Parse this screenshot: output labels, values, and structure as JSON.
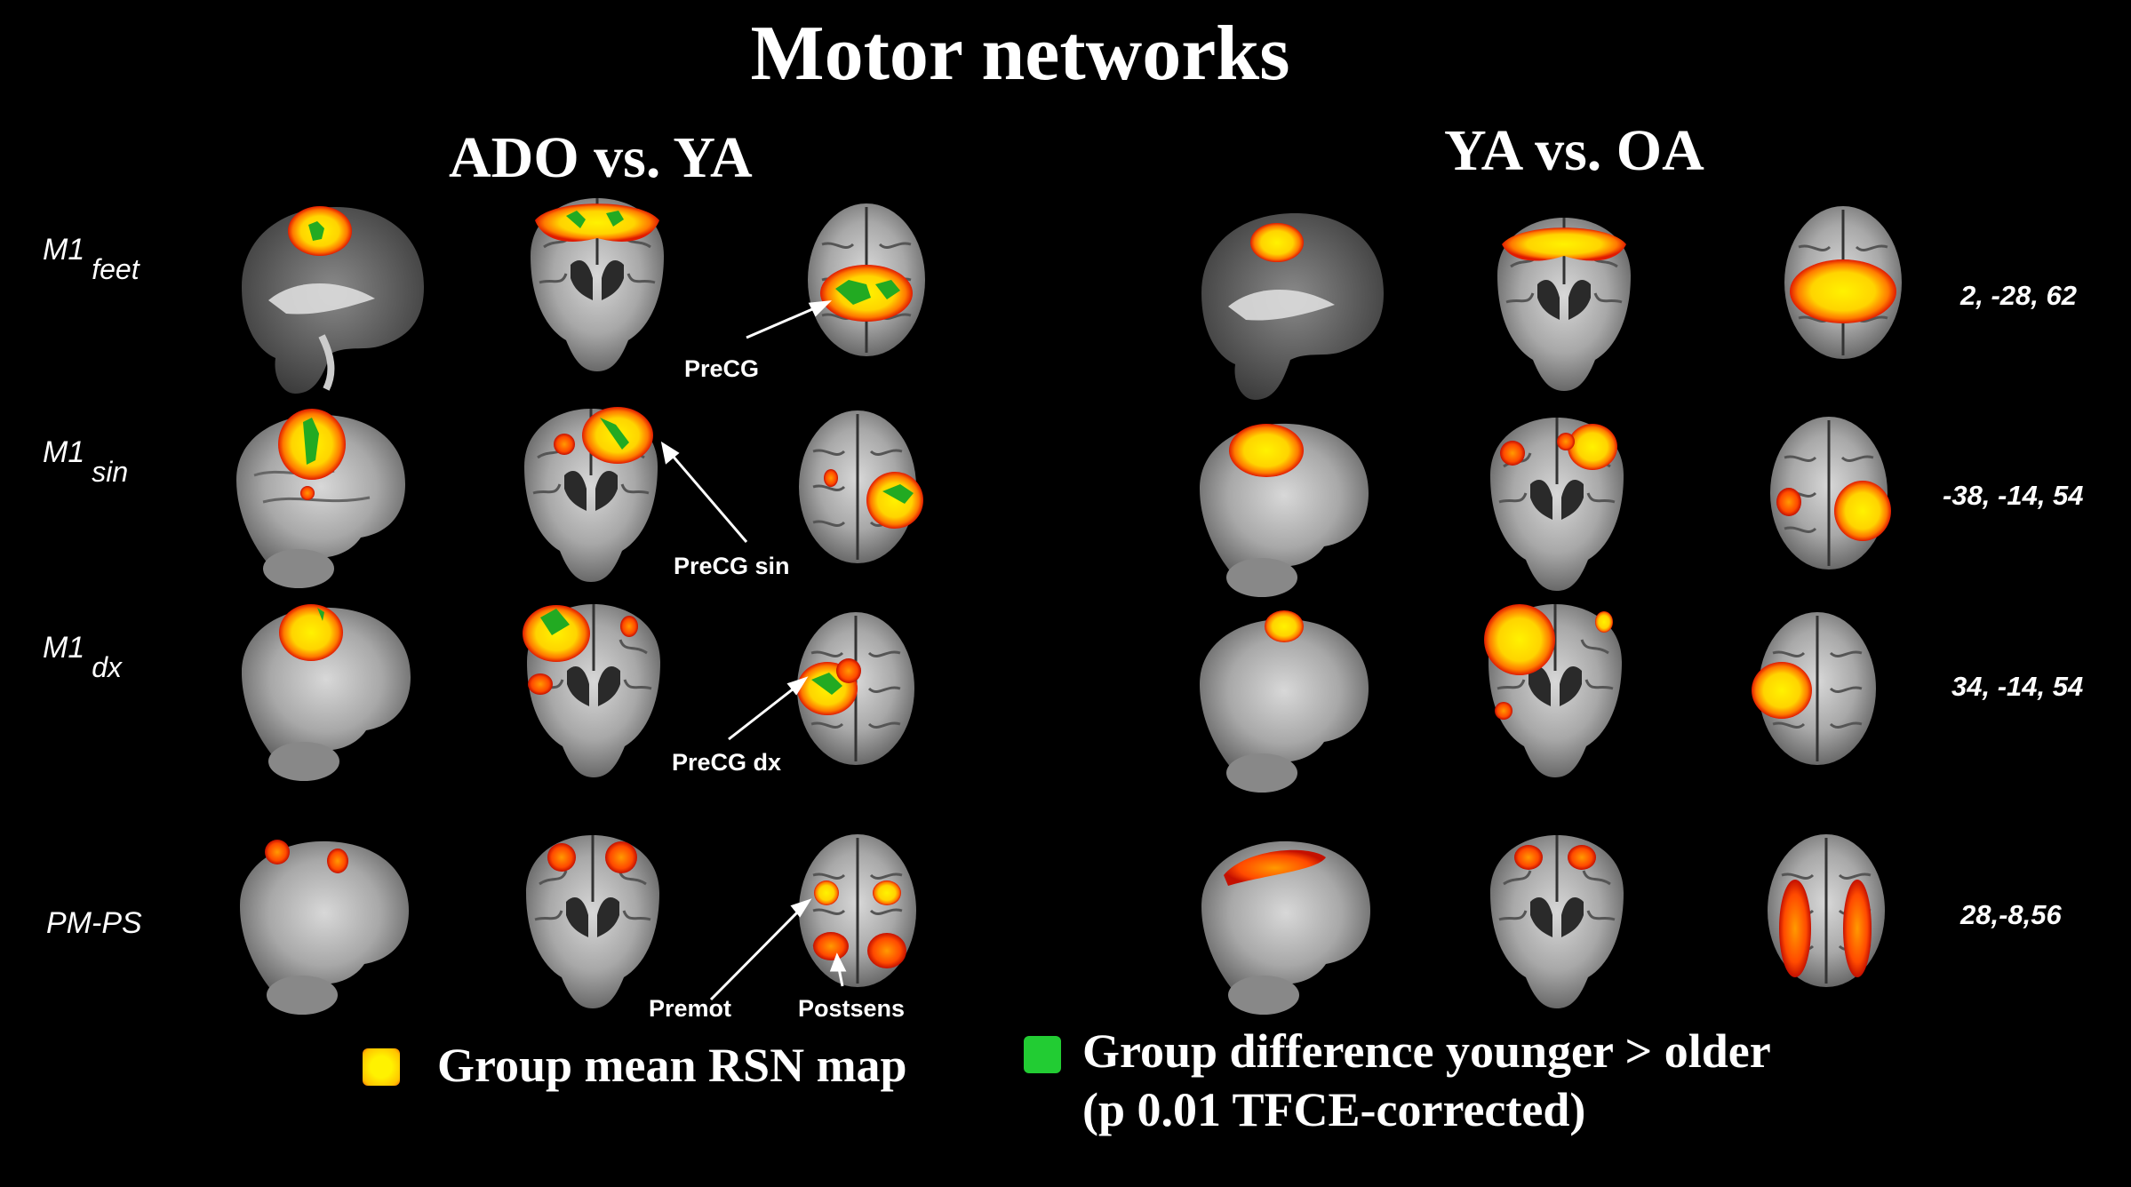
{
  "title": "Motor networks",
  "groups": {
    "left": "ADO vs. YA",
    "right": "YA vs. OA"
  },
  "rows": [
    {
      "main": "M1",
      "sub": "feet",
      "coords": "2, -28, 62"
    },
    {
      "main": "M1",
      "sub": "sin",
      "coords": "-38, -14, 54"
    },
    {
      "main": "M1",
      "sub": "dx",
      "coords": "34, -14, 54"
    },
    {
      "main": "PM-PS",
      "sub": "",
      "coords": "28,-8,56"
    }
  ],
  "annotations": {
    "precg": "PreCG",
    "precg_sin": "PreCG sin",
    "precg_dx": "PreCG dx",
    "premot": "Premot",
    "postsens": "Postsens"
  },
  "legend": {
    "mean": "Group mean RSN map",
    "diff_line1": "Group difference  younger > older",
    "diff_line2": "(p 0.01 TFCE-corrected)",
    "mean_color": "#ffe600",
    "diff_color": "#22cc33"
  }
}
